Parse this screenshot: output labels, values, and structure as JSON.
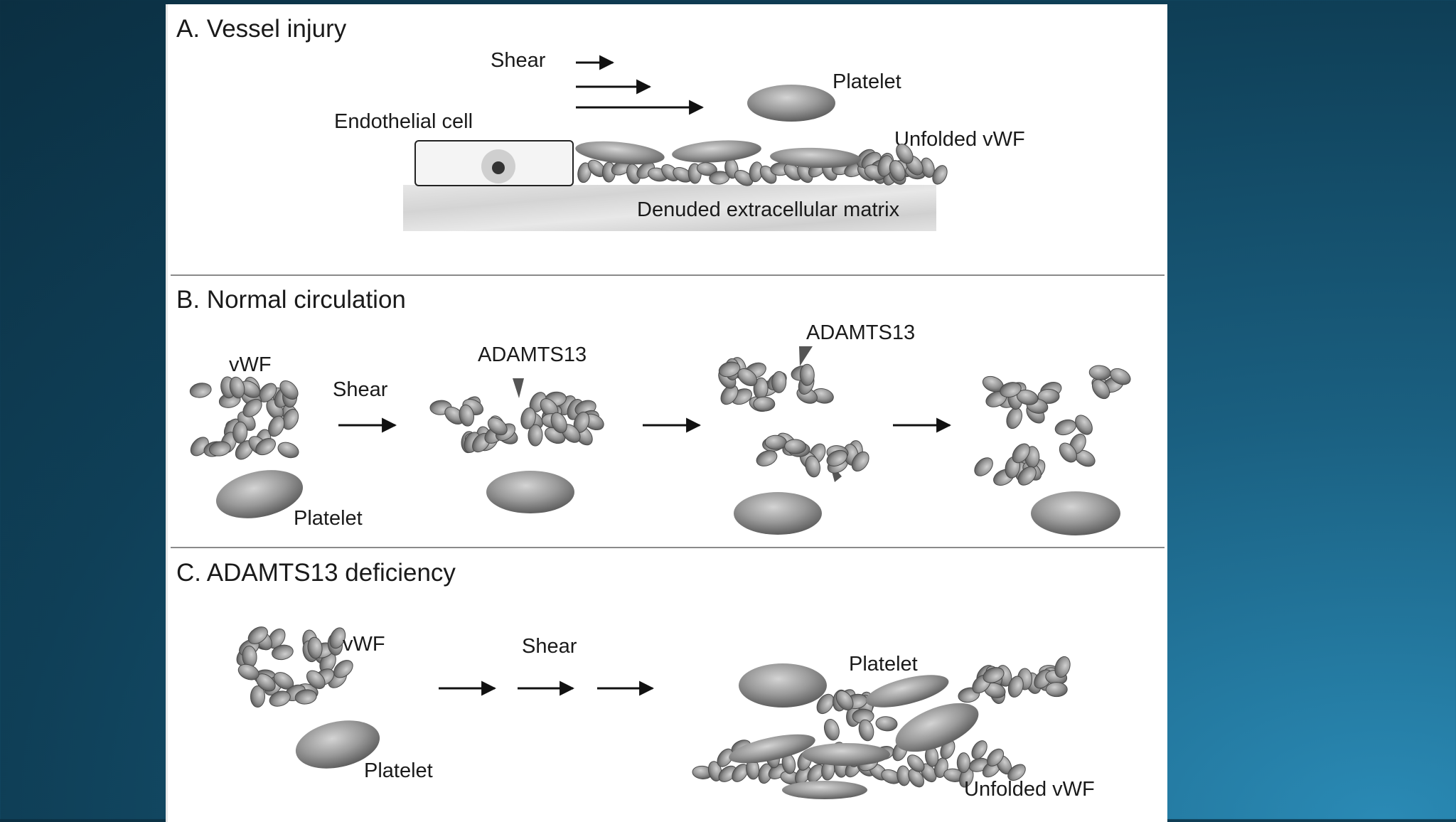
{
  "panels": {
    "a": {
      "title": "A. Vessel injury",
      "shear": "Shear",
      "platelet": "Platelet",
      "endothelial_cell": "Endothelial cell",
      "unfolded_vwf": "Unfolded vWF",
      "matrix": "Denuded extracellular matrix"
    },
    "b": {
      "title": "B. Normal circulation",
      "vwf": "vWF",
      "shear": "Shear",
      "adamts13_1": "ADAMTS13",
      "adamts13_2": "ADAMTS13",
      "platelet": "Platelet"
    },
    "c": {
      "title": "C. ADAMTS13 deficiency",
      "vwf": "vWF",
      "shear": "Shear",
      "platelet_left": "Platelet",
      "platelet_right": "Platelet",
      "unfolded_vwf": "Unfolded vWF"
    }
  },
  "colors": {
    "background": "#0f3f57",
    "figure_background": "#ffffff",
    "platelet_fill": "#8a8a8a",
    "vwf_fill": "#8c8c8c",
    "text": "#1a1a1a"
  }
}
